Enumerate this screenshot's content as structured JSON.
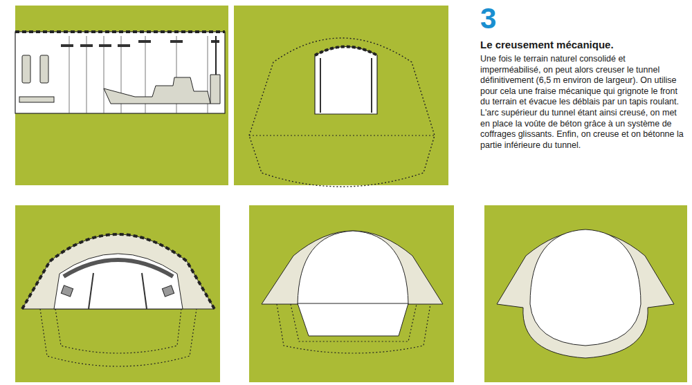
{
  "diagram": {
    "title": "Le creusement mécanique.",
    "labels": [
      "3",
      "Une fois le terrain naturel consolidé et imperméabilisé, on peut alors creuser le tunnel définitivement (6,5 m environ de largeur). On utilise pour cela une fraise mécanique qui grignote le front du terrain et évacue les déblais par un tapis roulant. L'arc supérieur du tunnel étant ainsi creusé, on met en place la voûte de béton grâce à un système de coffrages glissants. Enfin, on creuse et on bétonne la partie inférieure du tunnel."
    ]
  }
}
